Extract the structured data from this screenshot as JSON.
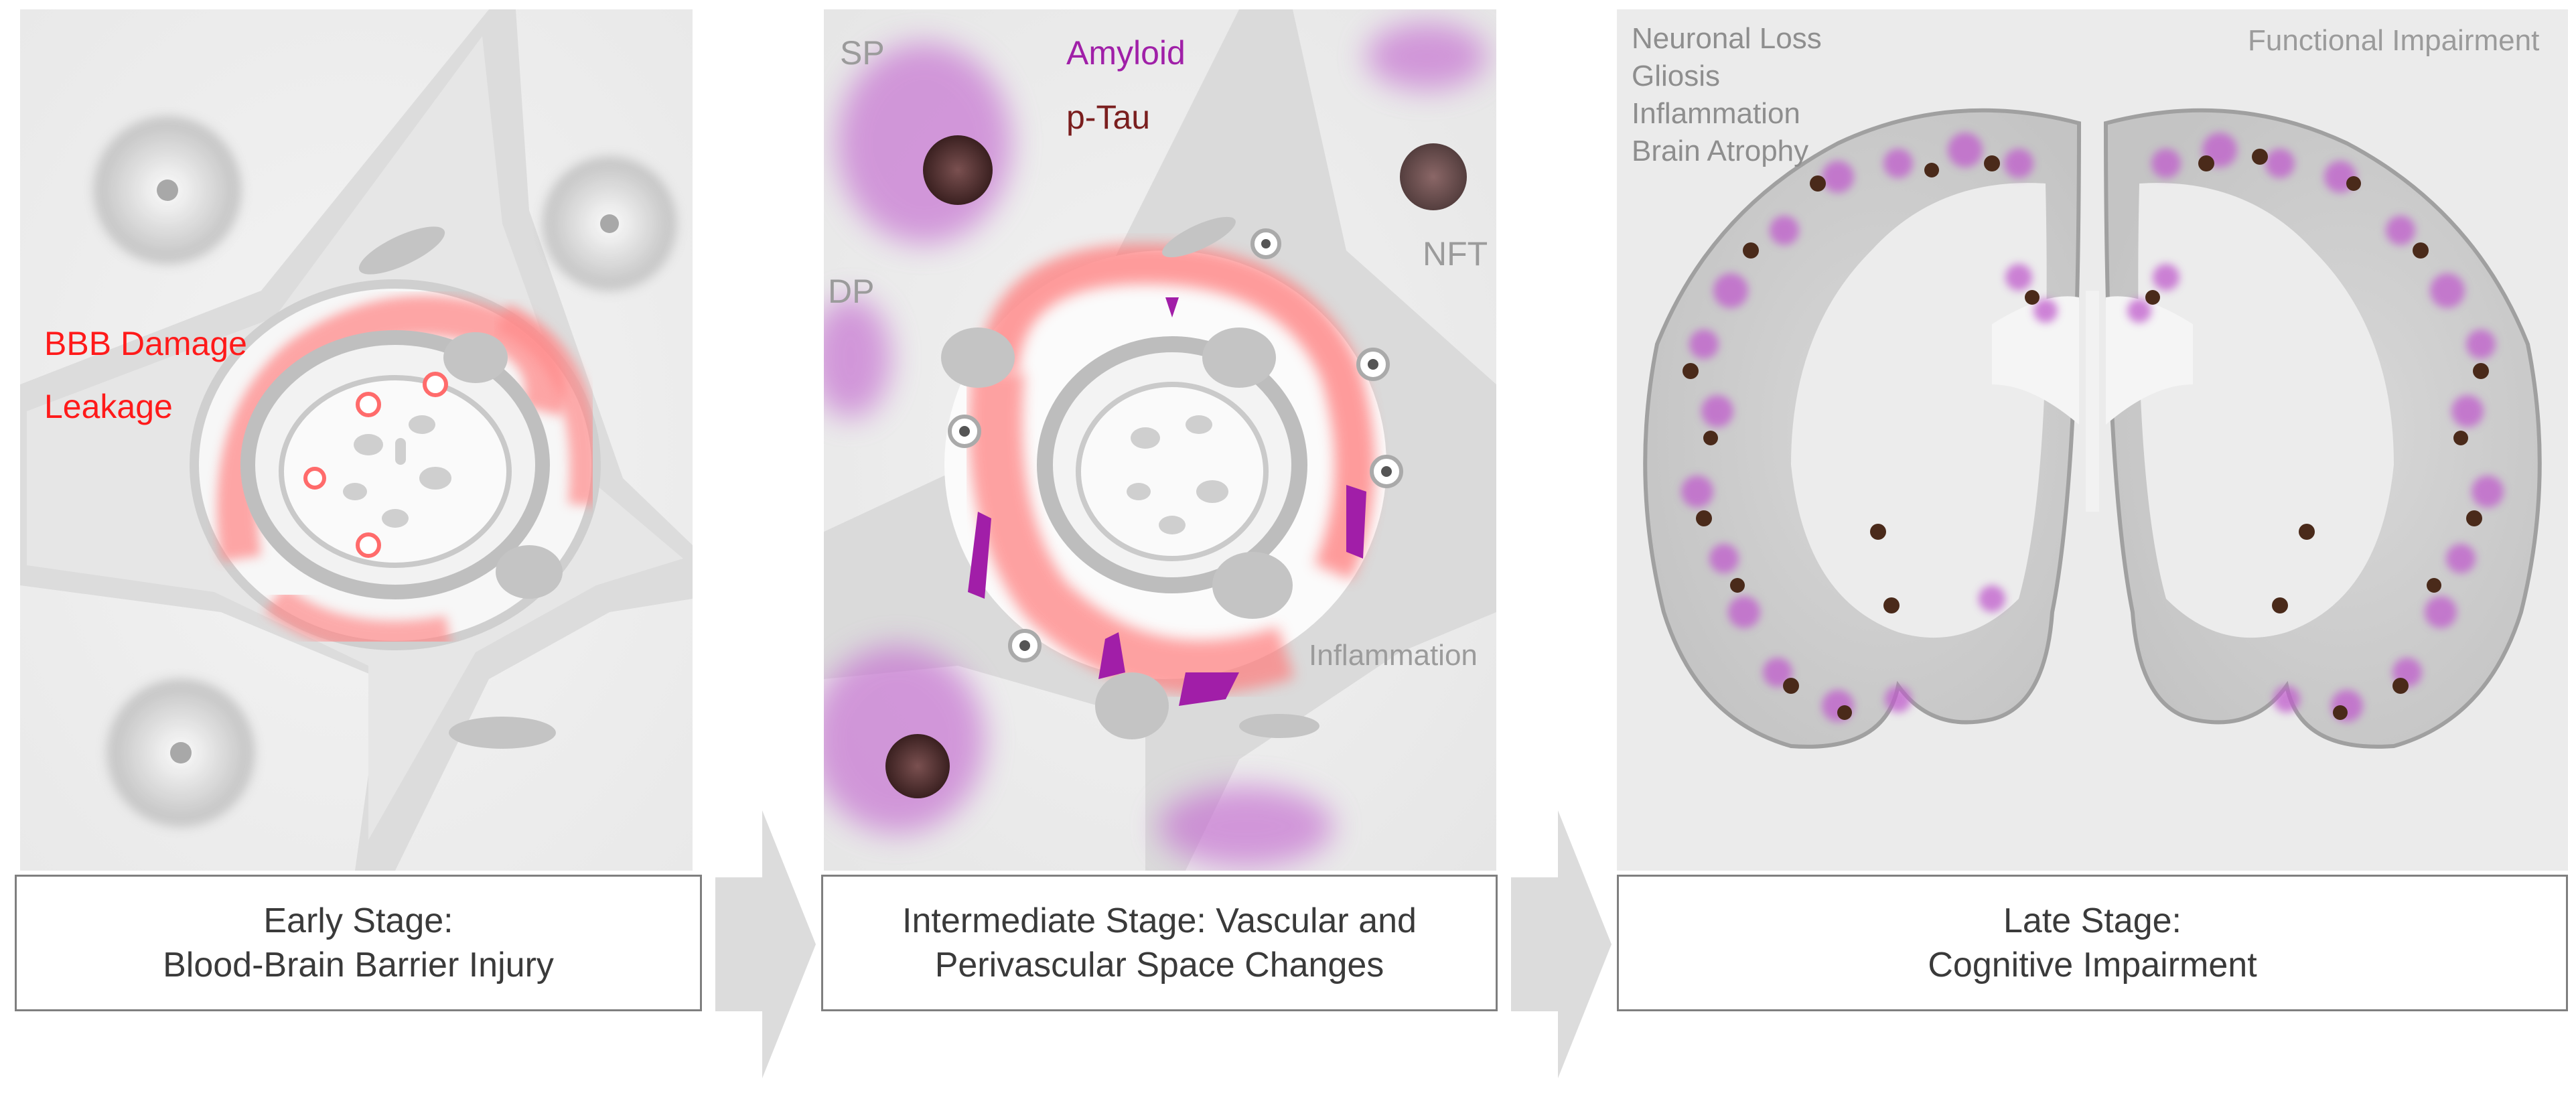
{
  "panels": [
    {
      "id": "early",
      "caption_line1": "Early Stage:",
      "caption_line2": "Blood-Brain Barrier Injury",
      "labels": {
        "bbb_damage": "BBB Damage",
        "leakage": "Leakage"
      }
    },
    {
      "id": "intermediate",
      "caption_line1": "Intermediate Stage: Vascular and",
      "caption_line2": "Perivascular Space Changes",
      "labels": {
        "sp": "SP",
        "dp": "DP",
        "amyloid": "Amyloid",
        "ptau": "p-Tau",
        "nft": "NFT",
        "inflammation": "Inflammation"
      }
    },
    {
      "id": "late",
      "caption_line1": "Late Stage:",
      "caption_line2": "Cognitive Impairment",
      "labels": {
        "findings": [
          "Neuronal Loss",
          "Gliosis",
          "Inflammation",
          "Brain Atrophy"
        ],
        "functional": "Functional Impairment"
      }
    }
  ],
  "colors": {
    "leak_red": "#ff7a7a",
    "amyloid_purple": "#b64cc4",
    "ptau_brown": "#7a1e1e",
    "tissue_grey": "#d9d9d9",
    "arrow_grey": "#dcdcdc"
  }
}
